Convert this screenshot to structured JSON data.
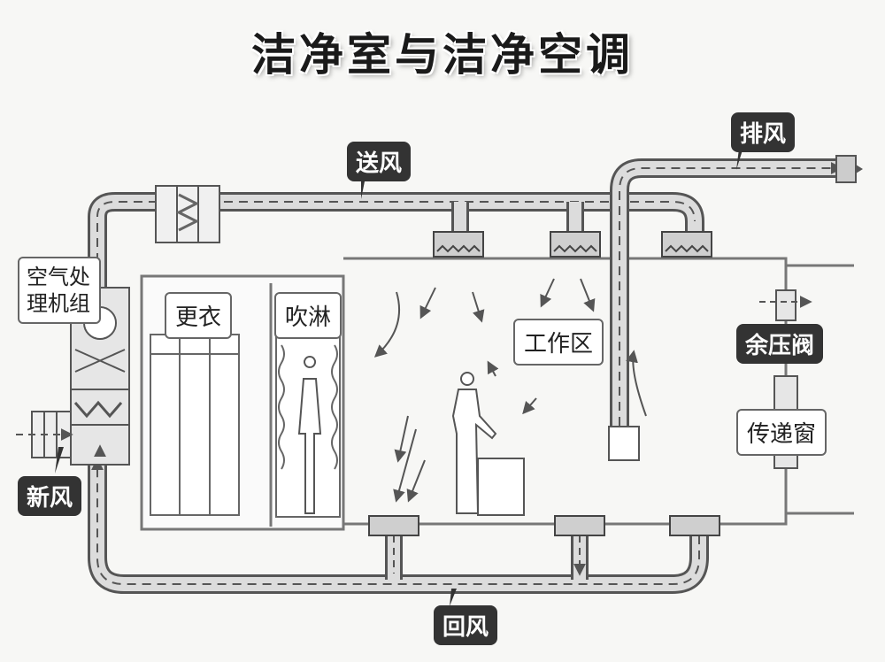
{
  "title": "洁净室与洁净空调",
  "labels": {
    "supply_air": "送风",
    "exhaust_air": "排风",
    "fresh_air": "新风",
    "return_air": "回风",
    "ahu": "空气处理机组",
    "changing": "更衣",
    "air_shower": "吹淋",
    "work_zone": "工作区",
    "relief_valve": "余压阀",
    "pass_box": "传递窗"
  },
  "colors": {
    "duct": "#dcdcdc",
    "duct_stroke": "#555555",
    "line": "#444444",
    "tag_dark": "#333333"
  }
}
